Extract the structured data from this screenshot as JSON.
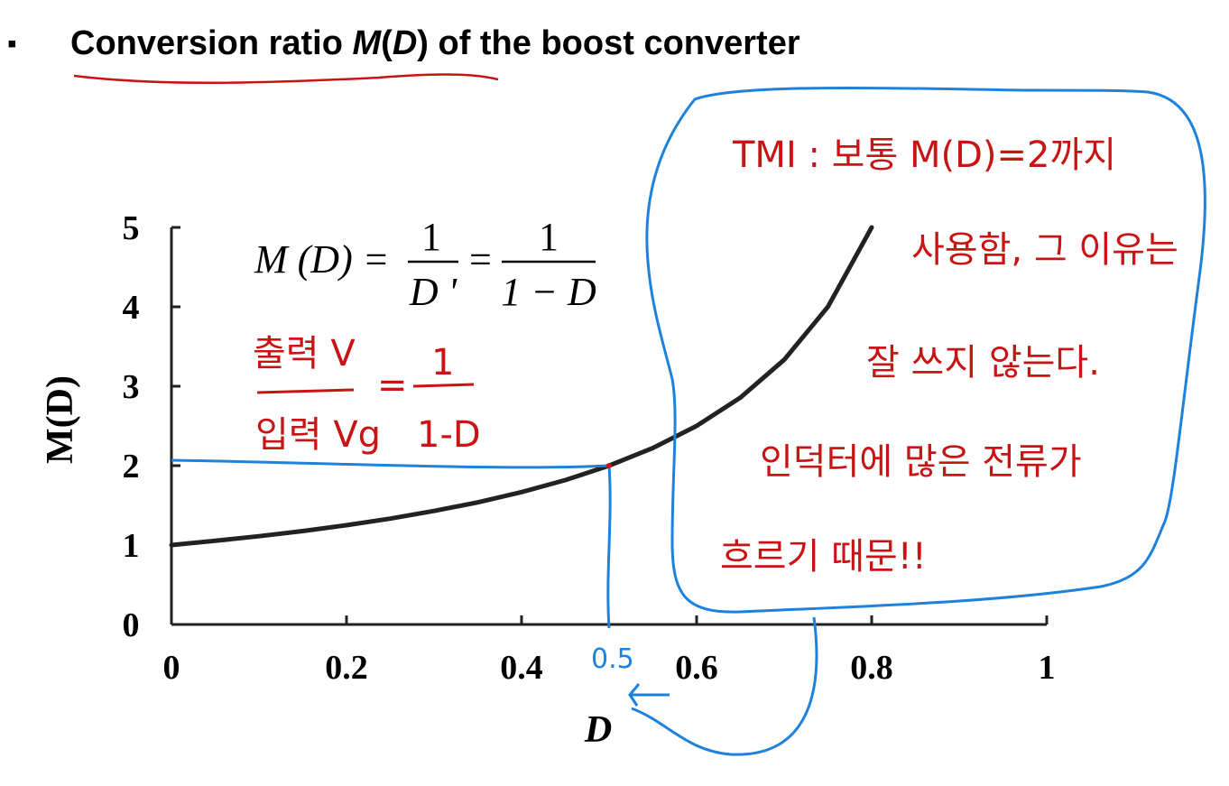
{
  "slide": {
    "bullet": "▪",
    "title_prefix": "Conversion ratio ",
    "title_m": "M",
    "title_open": "(",
    "title_d": "D",
    "title_close": ")",
    "title_suffix": " of the boost converter"
  },
  "formula": {
    "lhs": "M (D) =",
    "frac1_num": "1",
    "frac1_den": "D '",
    "eq2": "=",
    "frac2_num": "1",
    "frac2_den": "1 − D"
  },
  "chart_data": {
    "type": "line",
    "title": "Conversion ratio M(D) of the boost converter",
    "xlabel": "D",
    "ylabel": "M(D)",
    "xlim": [
      0,
      1
    ],
    "ylim": [
      0,
      5
    ],
    "xticks": [
      "0",
      "0.2",
      "0.4",
      "0.6",
      "0.8",
      "1"
    ],
    "yticks": [
      "0",
      "1",
      "2",
      "3",
      "4",
      "5"
    ],
    "series": [
      {
        "x": [
          0,
          0.05,
          0.1,
          0.15,
          0.2,
          0.25,
          0.3,
          0.35,
          0.4,
          0.45,
          0.5,
          0.55,
          0.6,
          0.65,
          0.7,
          0.75,
          0.8
        ],
        "y": [
          1,
          1.053,
          1.111,
          1.176,
          1.25,
          1.333,
          1.429,
          1.538,
          1.667,
          1.818,
          2,
          2.222,
          2.5,
          2.857,
          3.333,
          4,
          5
        ]
      }
    ],
    "annotations": {
      "marked_point": {
        "x": 0.5,
        "y": 2,
        "label": "0.5"
      }
    },
    "grid": false,
    "colors": {
      "curve": "#222222",
      "pen_red": "#c81414",
      "pen_blue": "#1e82dc"
    }
  },
  "handwriting": {
    "formula_lhs_top": "출력 V",
    "formula_lhs_bottom": "입력 Vg",
    "formula_eq": "=",
    "formula_rhs_top": "1",
    "formula_rhs_bottom": "1-D",
    "note_line1": "TMI : 보통 M(D)=2까지",
    "note_line2": "사용함, 그 이유는",
    "note_line3": "잘 쓰지 않는다.",
    "note_line4": "인덕터에 많은 전류가",
    "note_line5": "흐르기 때문!!"
  }
}
